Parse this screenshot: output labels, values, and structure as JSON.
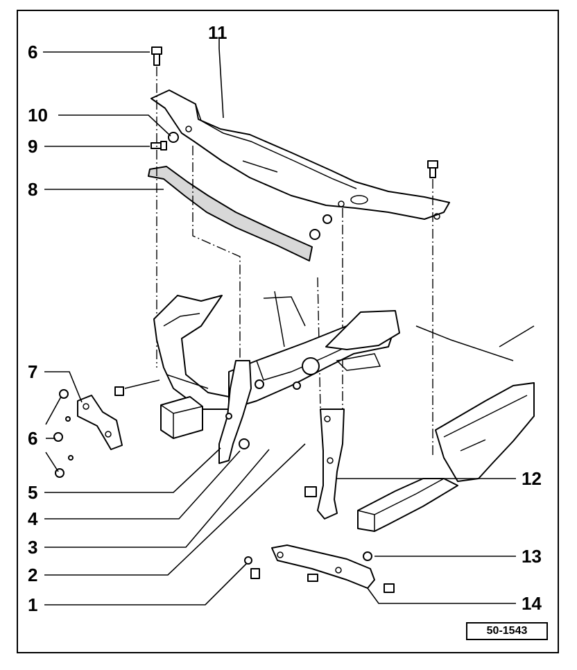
{
  "diagram": {
    "reference": "50-1543",
    "callouts": [
      {
        "id": "c6top",
        "label": "6"
      },
      {
        "id": "c11",
        "label": "11"
      },
      {
        "id": "c10",
        "label": "10"
      },
      {
        "id": "c9",
        "label": "9"
      },
      {
        "id": "c8",
        "label": "8"
      },
      {
        "id": "c7",
        "label": "7"
      },
      {
        "id": "c6left",
        "label": "6"
      },
      {
        "id": "c5",
        "label": "5"
      },
      {
        "id": "c4",
        "label": "4"
      },
      {
        "id": "c3",
        "label": "3"
      },
      {
        "id": "c2",
        "label": "2"
      },
      {
        "id": "c1",
        "label": "1"
      },
      {
        "id": "c12",
        "label": "12"
      },
      {
        "id": "c13",
        "label": "13"
      },
      {
        "id": "c14",
        "label": "14"
      }
    ]
  }
}
